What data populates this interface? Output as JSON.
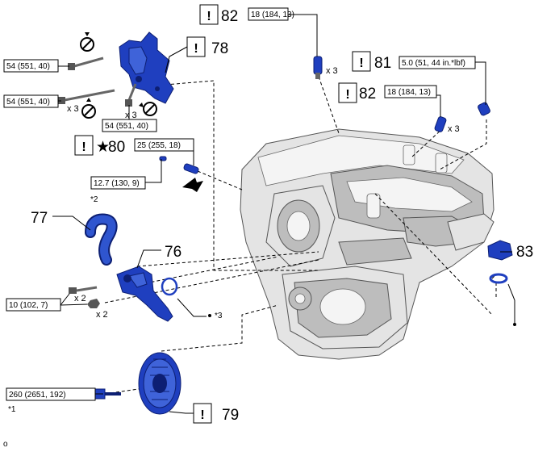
{
  "callouts": {
    "c82a": {
      "number": "82",
      "torque": "18 (184, 13)",
      "qty": "x 3"
    },
    "c78": {
      "number": "78"
    },
    "c81": {
      "number": "81",
      "torque": "5.0 (51, 44 in.*lbf)"
    },
    "c82b": {
      "number": "82",
      "torque": "18 (184, 13)",
      "qty": "x 3"
    },
    "c80": {
      "number": "80",
      "star": "★",
      "torque_a": "25 (255, 18)",
      "torque_b": "12.7 (130, 9)",
      "note": "*2"
    },
    "c77": {
      "number": "77"
    },
    "c76": {
      "number": "76",
      "note": "*3"
    },
    "c83": {
      "number": "83"
    },
    "c79": {
      "number": "79",
      "torque": "260 (2651, 192)",
      "note": "*1"
    }
  },
  "bracket_torques": {
    "t1": "54 (551, 40)",
    "t2": "54 (551, 40)",
    "t2_qty": "x 3",
    "t3": "54 (551, 40)",
    "t3_qty": "x 3"
  },
  "outlet_torque": {
    "value": "10 (102, 7)",
    "qty_a": "x 2",
    "qty_b": "x 2"
  },
  "exclamation": "!",
  "footer": "o",
  "colors": {
    "part_blue": "#1f3fbf",
    "engine_gray": "#e4e4e4"
  }
}
